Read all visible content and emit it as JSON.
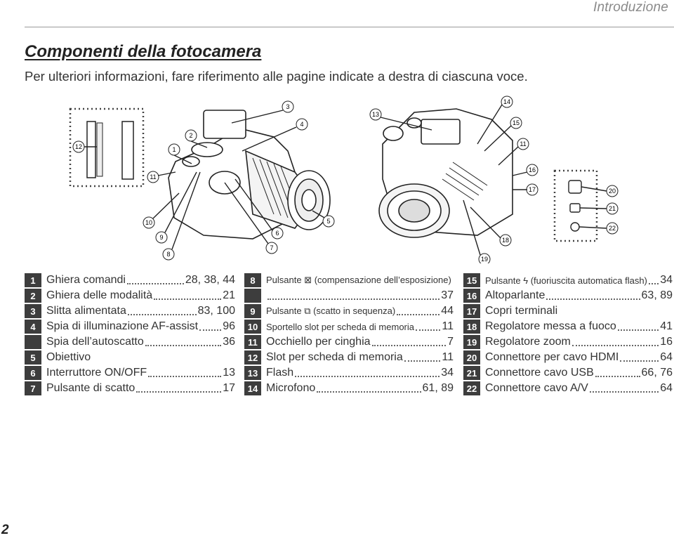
{
  "header": {
    "section": "Introduzione"
  },
  "title": "Componenti della fotocamera",
  "subtitle": "Per ulteriori informazioni, fare riferimento alle pagine indicate a destra di ciascuna voce.",
  "diagram": {
    "callouts_left": [
      "1",
      "2",
      "3",
      "4",
      "5",
      "6",
      "7",
      "8",
      "9",
      "10",
      "11",
      "12"
    ],
    "callouts_right": [
      "13",
      "14",
      "15",
      "11",
      "16",
      "17",
      "18",
      "19",
      "20",
      "21",
      "22"
    ]
  },
  "parts": {
    "col1": [
      {
        "num": "1",
        "label": "Ghiera comandi",
        "pages": "28, 38, 44"
      },
      {
        "num": "2",
        "label": "Ghiera delle modalità",
        "pages": "21"
      },
      {
        "num": "3",
        "label": "Slitta alimentata",
        "pages": "83, 100"
      },
      {
        "num": "4",
        "label": "Spia di illuminazione AF-assist",
        "pages": "96"
      },
      {
        "num": "",
        "label": "Spia dell’autoscatto",
        "pages": "36"
      },
      {
        "num": "5",
        "label": "Obiettivo",
        "pages": ""
      },
      {
        "num": "6",
        "label": "Interruttore ON/OFF",
        "pages": "13"
      },
      {
        "num": "7",
        "label": "Pulsante di scatto",
        "pages": "17"
      }
    ],
    "col2": [
      {
        "num": "8",
        "label": "Pulsante ⊠ (compensazione dell’esposizione)",
        "pages": ""
      },
      {
        "num": "",
        "label": "",
        "pages": "37"
      },
      {
        "num": "9",
        "label": "Pulsante ⧉ (scatto in sequenza)",
        "pages": "44"
      },
      {
        "num": "10",
        "label": "Sportello slot per scheda di memoria",
        "pages": "11"
      },
      {
        "num": "11",
        "label": "Occhiello per cinghia",
        "pages": "7"
      },
      {
        "num": "12",
        "label": "Slot per scheda di memoria",
        "pages": "11"
      },
      {
        "num": "13",
        "label": "Flash",
        "pages": "34"
      },
      {
        "num": "14",
        "label": "Microfono",
        "pages": "61, 89"
      }
    ],
    "col3": [
      {
        "num": "15",
        "label": "Pulsante ϟ (fuoriuscita automatica flash)",
        "pages": "34"
      },
      {
        "num": "16",
        "label": "Altoparlante",
        "pages": "63, 89"
      },
      {
        "num": "17",
        "label": "Copri terminali",
        "pages": ""
      },
      {
        "num": "18",
        "label": "Regolatore messa a fuoco",
        "pages": "41"
      },
      {
        "num": "19",
        "label": "Regolatore zoom",
        "pages": "16"
      },
      {
        "num": "20",
        "label": "Connettore per cavo HDMI",
        "pages": "64"
      },
      {
        "num": "21",
        "label": "Connettore cavo USB",
        "pages": "66, 76"
      },
      {
        "num": "22",
        "label": "Connettore cavo A/V",
        "pages": "64"
      }
    ]
  },
  "page_number": "2"
}
